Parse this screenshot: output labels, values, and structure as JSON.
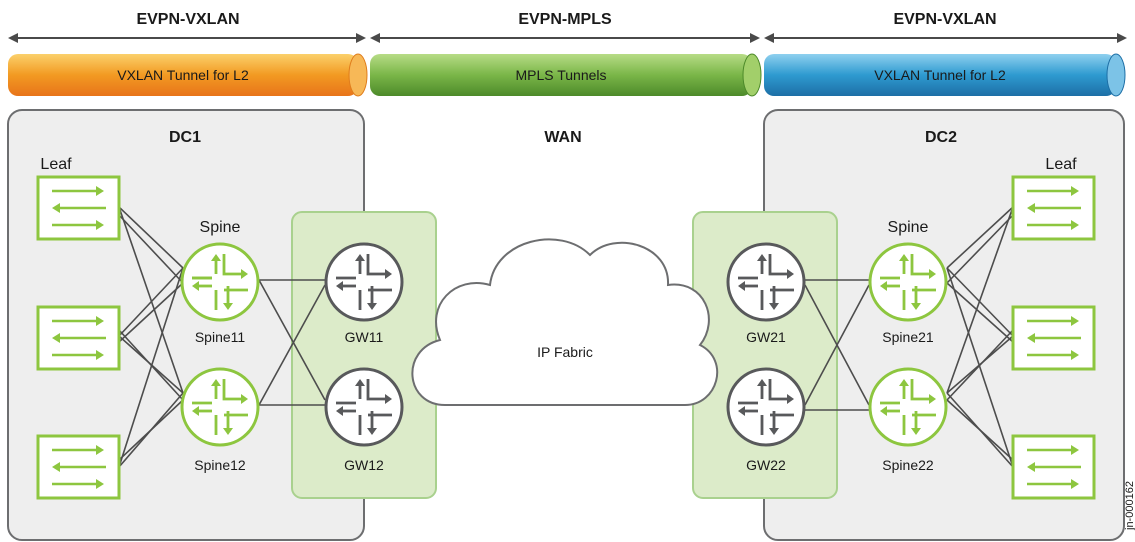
{
  "headers": {
    "left": "EVPN-VXLAN",
    "center": "EVPN-MPLS",
    "right": "EVPN-VXLAN"
  },
  "tunnels": {
    "left": "VXLAN Tunnel for L2",
    "center": "MPLS Tunnels",
    "right": "VXLAN Tunnel for L2"
  },
  "regions": {
    "dc1": "DC1",
    "wan": "WAN",
    "dc2": "DC2"
  },
  "labels": {
    "leaf_left": "Leaf",
    "leaf_right": "Leaf",
    "spine_left": "Spine",
    "spine_right": "Spine"
  },
  "nodes": {
    "spine11": "Spine11",
    "spine12": "Spine12",
    "gw11": "GW11",
    "gw12": "GW12",
    "gw21": "GW21",
    "gw22": "GW22",
    "spine21": "Spine21",
    "spine22": "Spine22"
  },
  "cloud": "IP Fabric",
  "figure_id": "jn-000162",
  "colors": {
    "orange": "#f0951e",
    "green_tube": "#7ab648",
    "blue_tube": "#2e9ad0",
    "device_green": "#8dc63f",
    "device_dark": "#58595b",
    "gw_panel": "#dcebc9",
    "dc_panel": "#eeeeee"
  }
}
